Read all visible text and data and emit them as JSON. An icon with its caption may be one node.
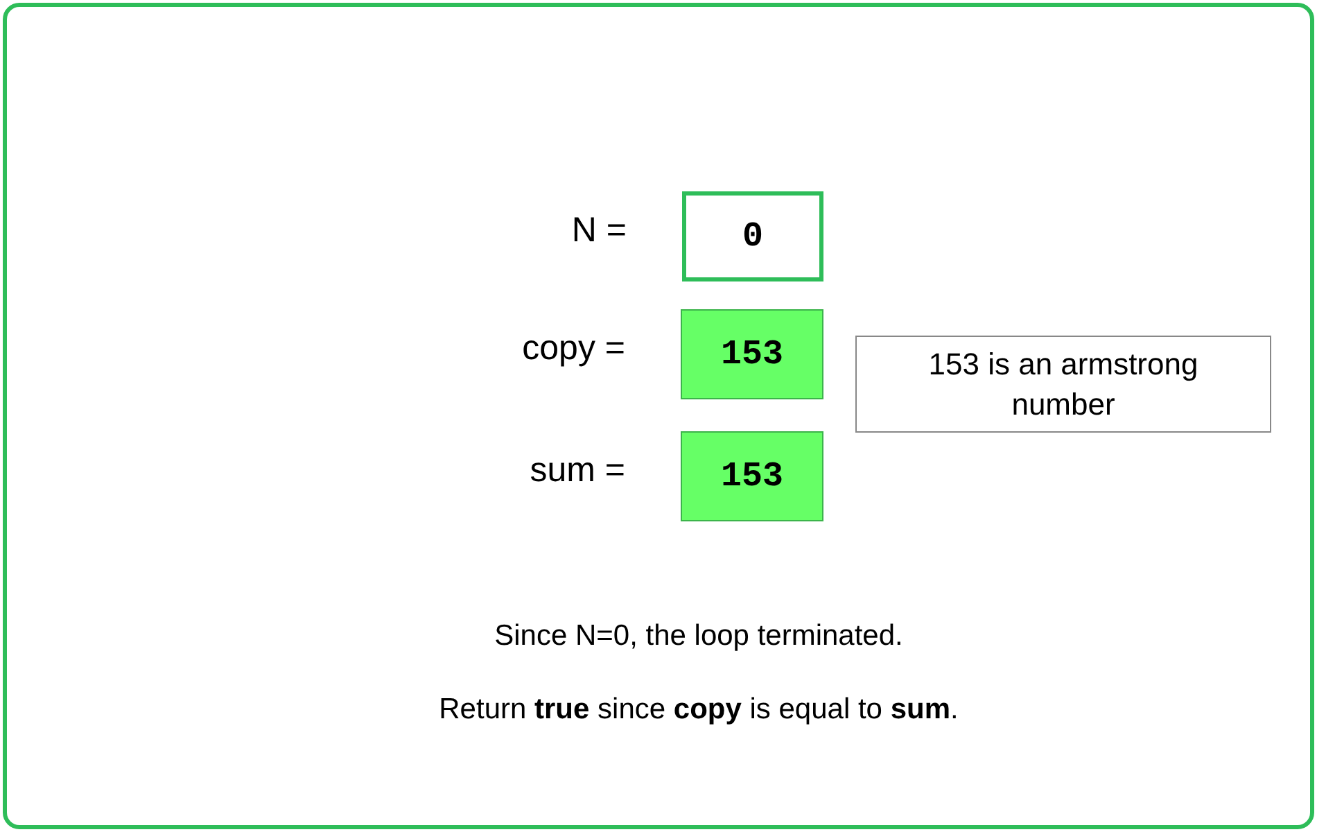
{
  "diagram": {
    "nodes": [
      {
        "text": [
          "0"
        ],
        "beside": [
          "N ="
        ]
      },
      {
        "text": [
          "153"
        ],
        "beside": [
          "copy ="
        ]
      },
      {
        "text": [
          "153"
        ],
        "beside": [
          "sum ="
        ]
      },
      {
        "text": [
          "153 is an armstrong number"
        ]
      }
    ],
    "labels": [
      "Since N=0, the loop terminated.",
      "Return **true** since **copy** is equal to **sum**."
    ]
  }
}
